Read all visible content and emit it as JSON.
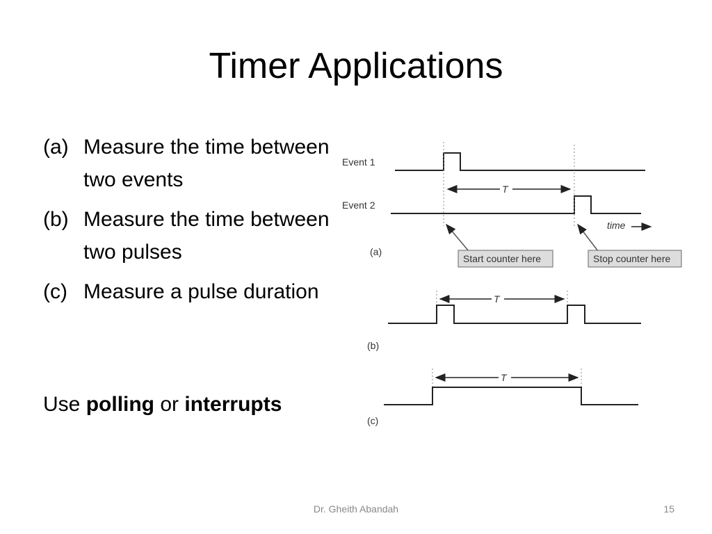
{
  "slide": {
    "title": "Timer Applications",
    "bullets": [
      {
        "marker": "(a)",
        "text": "Measure the time between two events"
      },
      {
        "marker": "(b)",
        "text": "Measure the time between two pulses"
      },
      {
        "marker": "(c)",
        "text": "Measure a pulse duration"
      }
    ],
    "use_line": {
      "prefix": "Use",
      "term1": "polling",
      "middle": "or",
      "term2": "interrupts"
    },
    "footer": {
      "author": "Dr. Gheith Abandah",
      "page_number": "15"
    }
  },
  "figure": {
    "event1_label": "Event 1",
    "event2_label": "Event 2",
    "period_label": "T",
    "time_label": "time",
    "start_callout": "Start counter here",
    "stop_callout": "Stop counter here",
    "panel_a": "(a)",
    "panel_b": "(b)",
    "panel_c": "(c)"
  }
}
